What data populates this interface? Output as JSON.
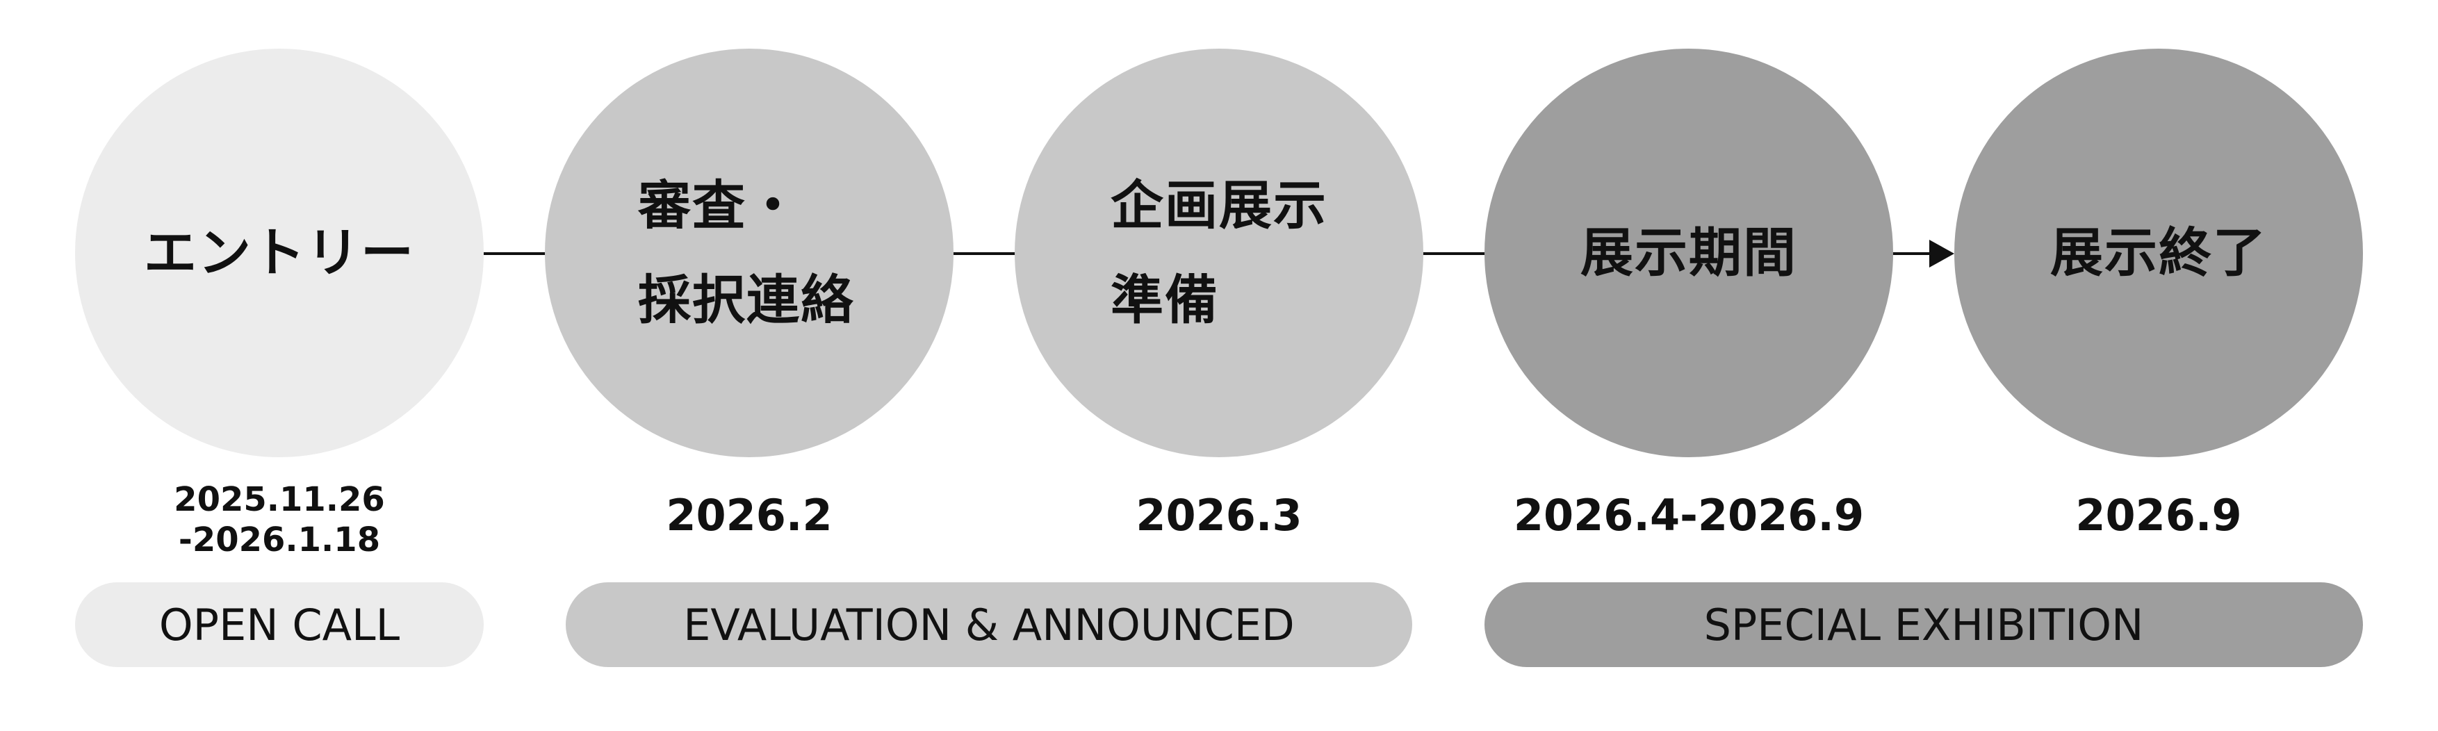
{
  "colors": {
    "step_light": "#ececec",
    "step_mid": "#c8c8c8",
    "step_dark": "#9e9e9e",
    "connector": "#111111",
    "text": "#111111"
  },
  "steps": [
    {
      "label_lines": [
        "エントリー"
      ],
      "date_lines": [
        "2025.11.26",
        "-2026.1.18"
      ]
    },
    {
      "label_lines": [
        "審査・",
        "採択連絡"
      ],
      "date_lines": [
        "2026.2"
      ]
    },
    {
      "label_lines": [
        "企画展示",
        "準備"
      ],
      "date_lines": [
        "2026.3"
      ]
    },
    {
      "label_lines": [
        "展示期間"
      ],
      "date_lines": [
        "2026.4-2026.9"
      ]
    },
    {
      "label_lines": [
        "展示終了"
      ],
      "date_lines": [
        "2026.9"
      ]
    }
  ],
  "phases": [
    {
      "label": "OPEN CALL"
    },
    {
      "label": "EVALUATION & ANNOUNCED"
    },
    {
      "label": "SPECIAL EXHIBITION"
    }
  ]
}
